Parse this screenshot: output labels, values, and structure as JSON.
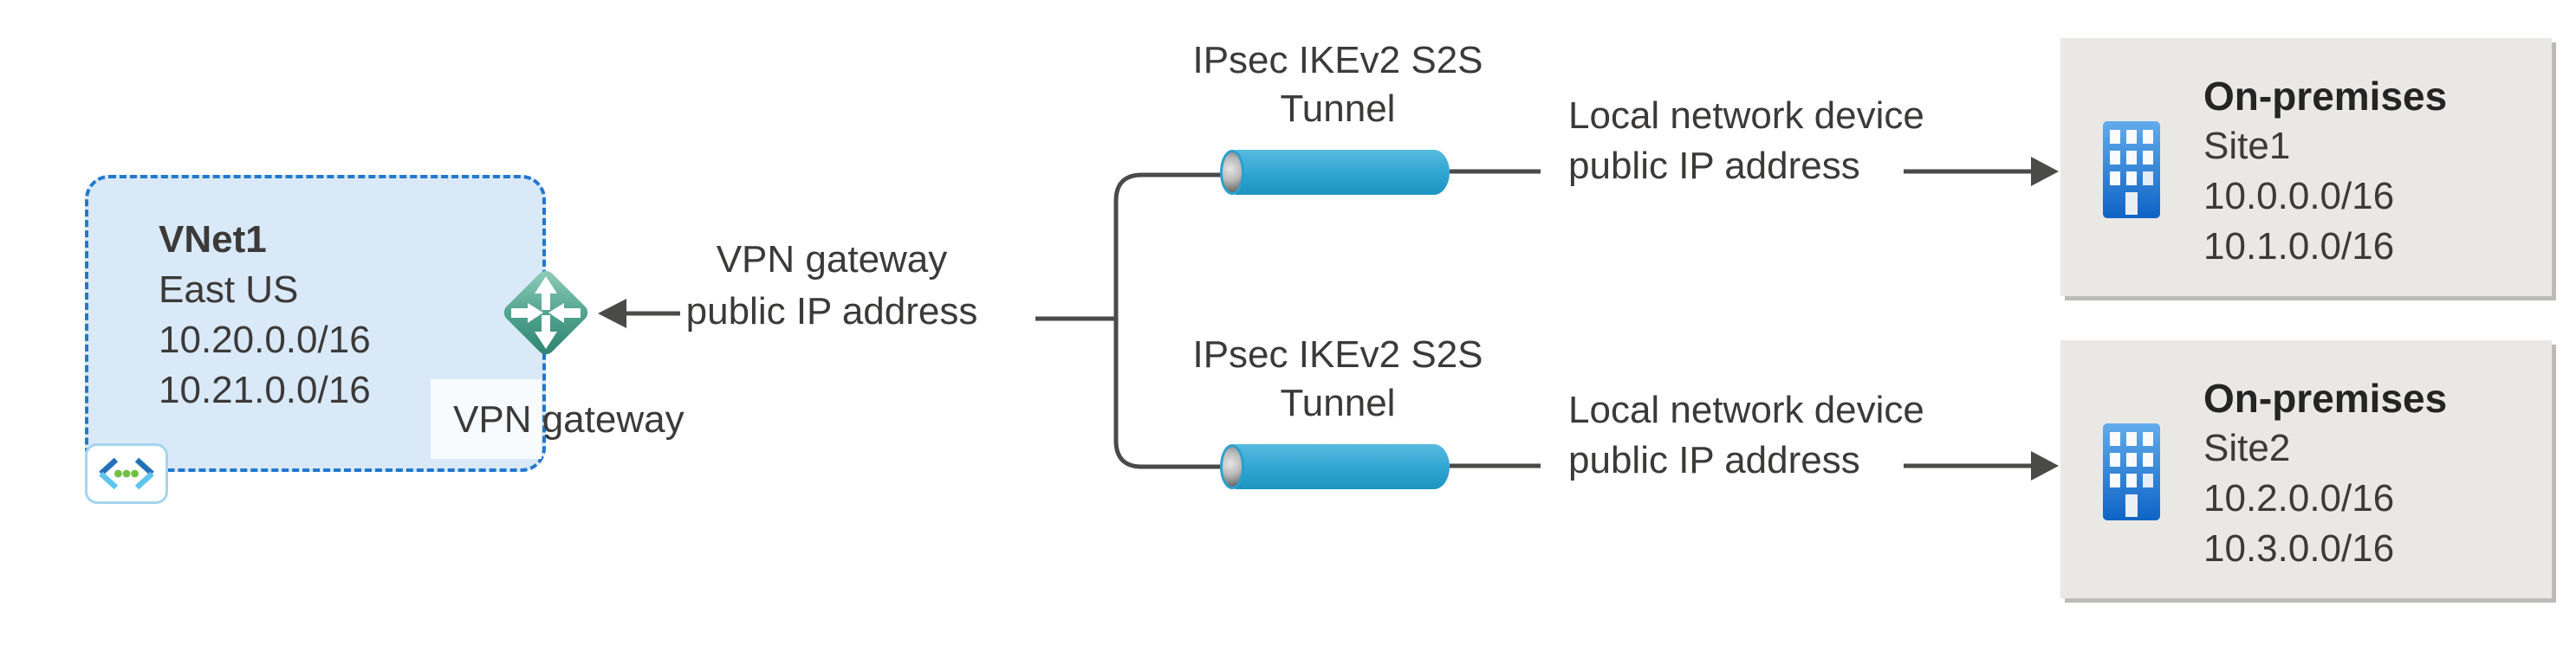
{
  "vnet": {
    "name": "VNet1",
    "region": "East US",
    "address_prefixes": [
      "10.20.0.0/16",
      "10.21.0.0/16"
    ],
    "gateway_label": "VPN gateway"
  },
  "vpn_gateway_ip_label": {
    "line1": "VPN gateway",
    "line2": "public IP address"
  },
  "tunnels": [
    {
      "line1": "IPsec IKEv2 S2S",
      "line2": "Tunnel"
    },
    {
      "line1": "IPsec IKEv2 S2S",
      "line2": "Tunnel"
    }
  ],
  "device_ip_labels": [
    {
      "line1": "Local network device",
      "line2": "public IP address"
    },
    {
      "line1": "Local network device",
      "line2": "public IP address"
    }
  ],
  "sites": [
    {
      "title": "On-premises",
      "name": "Site1",
      "address_prefixes": [
        "10.0.0.0/16",
        "10.1.0.0/16"
      ]
    },
    {
      "title": "On-premises",
      "name": "Site2",
      "address_prefixes": [
        "10.2.0.0/16",
        "10.3.0.0/16"
      ]
    }
  ],
  "icons": {
    "vnet_icon": "virtual-network-icon",
    "gateway_icon": "vpn-gateway-icon",
    "tunnel_icon": "tunnel-pipe-icon",
    "building_icon": "building-icon"
  },
  "colors": {
    "vnet_fill": "#d9e9f7",
    "vnet_border": "#2178cf",
    "diamond_teal_light": "#93cfbc",
    "diamond_teal_dark": "#2d8170",
    "tunnel_blue": "#2ea4d1",
    "site_fill": "#e9e8e5",
    "building_blue_top": "#62acec",
    "building_blue_bottom": "#0e63c5",
    "line_gray": "#4a4a49",
    "text_gray": "#3b3a39"
  }
}
